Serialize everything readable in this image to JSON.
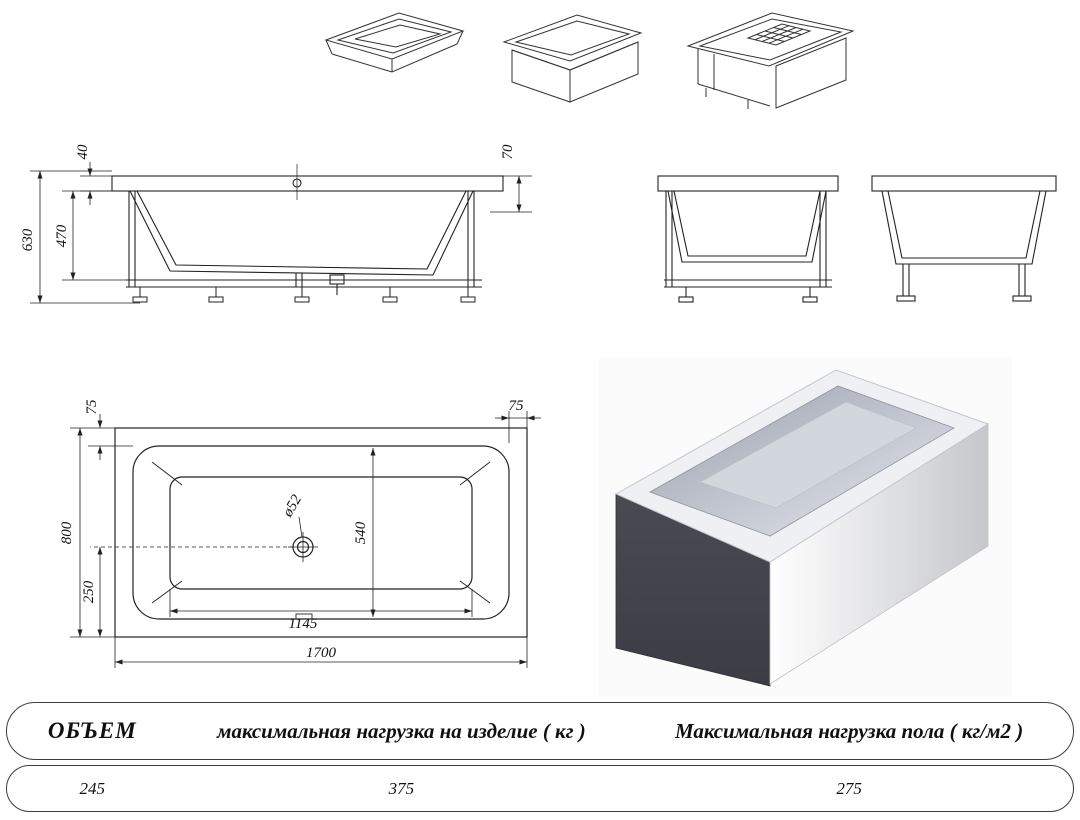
{
  "front_view": {
    "dim_40": "40",
    "dim_70": "70",
    "dim_470": "470",
    "dim_630": "630"
  },
  "plan_view": {
    "dim_75_left": "75",
    "dim_75_right": "75",
    "dim_800": "800",
    "dim_250": "250",
    "dim_540": "540",
    "dim_drain": "ø52",
    "dim_1145": "1145",
    "dim_1700": "1700"
  },
  "spec_table": {
    "headers": {
      "volume": "ОБЪЕМ",
      "max_load_product": "максимальная нагрузка на изделие ( кг )",
      "max_load_floor": "Максимальная нагрузка пола ( кг/м2 )"
    },
    "values": {
      "volume": "245",
      "max_load_product": "375",
      "max_load_floor": "275"
    }
  }
}
